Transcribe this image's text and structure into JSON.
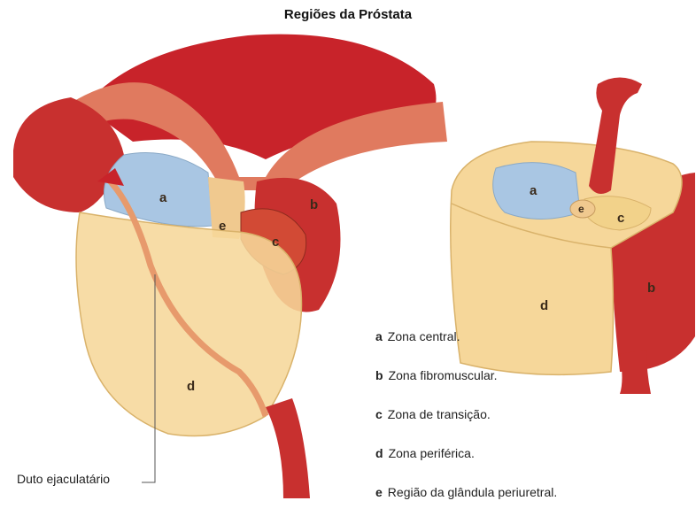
{
  "title": "Regiões da Próstata",
  "zone_labels": {
    "a": "a",
    "b": "b",
    "c": "c",
    "d": "d",
    "e": "e"
  },
  "legend": [
    {
      "key": "a",
      "text": "Zona central."
    },
    {
      "key": "b",
      "text": "Zona fibromuscular."
    },
    {
      "key": "c",
      "text": "Zona de transição."
    },
    {
      "key": "d",
      "text": "Zona periférica."
    },
    {
      "key": "e",
      "text": "Região da glândula periuretral."
    }
  ],
  "duct_label": "Duto ejaculatário",
  "colors": {
    "bladder": "#c8232a",
    "bladder_dark": "#9e1a1f",
    "bladder_wall": "#d9483b",
    "central_zone": "#a9c6e3",
    "fibromuscular": "#c8302f",
    "transition": "#f2d28a",
    "peripheral": "#f6d79a",
    "periurethral": "#f0c98f",
    "urethra": "#cc3a33"
  }
}
